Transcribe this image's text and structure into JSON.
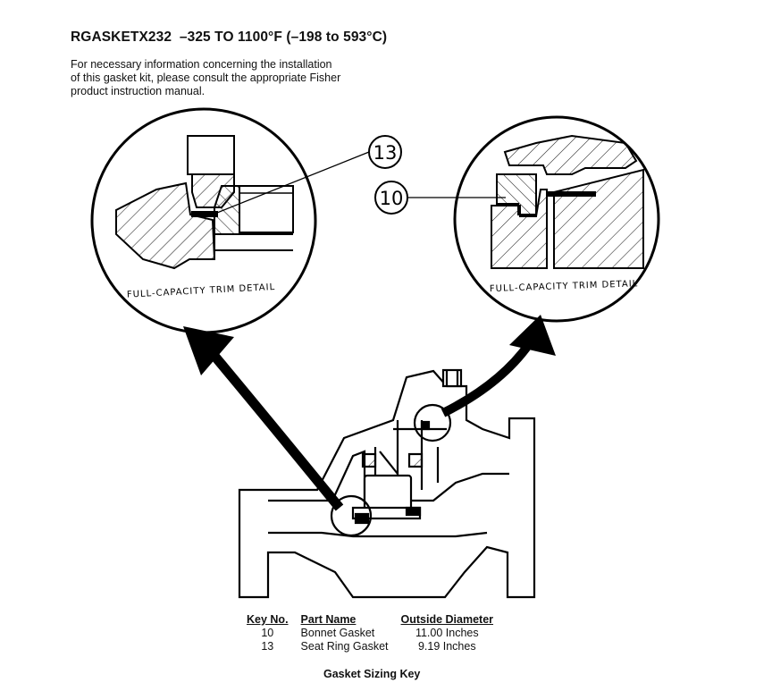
{
  "header": {
    "title": "RGASKETX232  –325 TO 1100°F (–198 to 593°C)",
    "intro_lines": [
      "For necessary information concerning the installation",
      "of this gasket kit, please consult the appropriate Fisher",
      "product instruction manual."
    ]
  },
  "details": {
    "left_label": "FULL-CAPACITY TRIM DETAIL",
    "right_label": "FULL-CAPACITY TRIM DETAIL",
    "left_callout": "13",
    "right_callout": "10"
  },
  "key_table": {
    "headers": [
      "Key No.",
      "Part Name",
      "Outside Diameter"
    ],
    "rows": [
      [
        "10",
        "Bonnet Gasket",
        "11.00 Inches"
      ],
      [
        "13",
        "Seat Ring Gasket",
        "9.19 Inches"
      ]
    ],
    "caption": "Gasket Sizing Key"
  }
}
